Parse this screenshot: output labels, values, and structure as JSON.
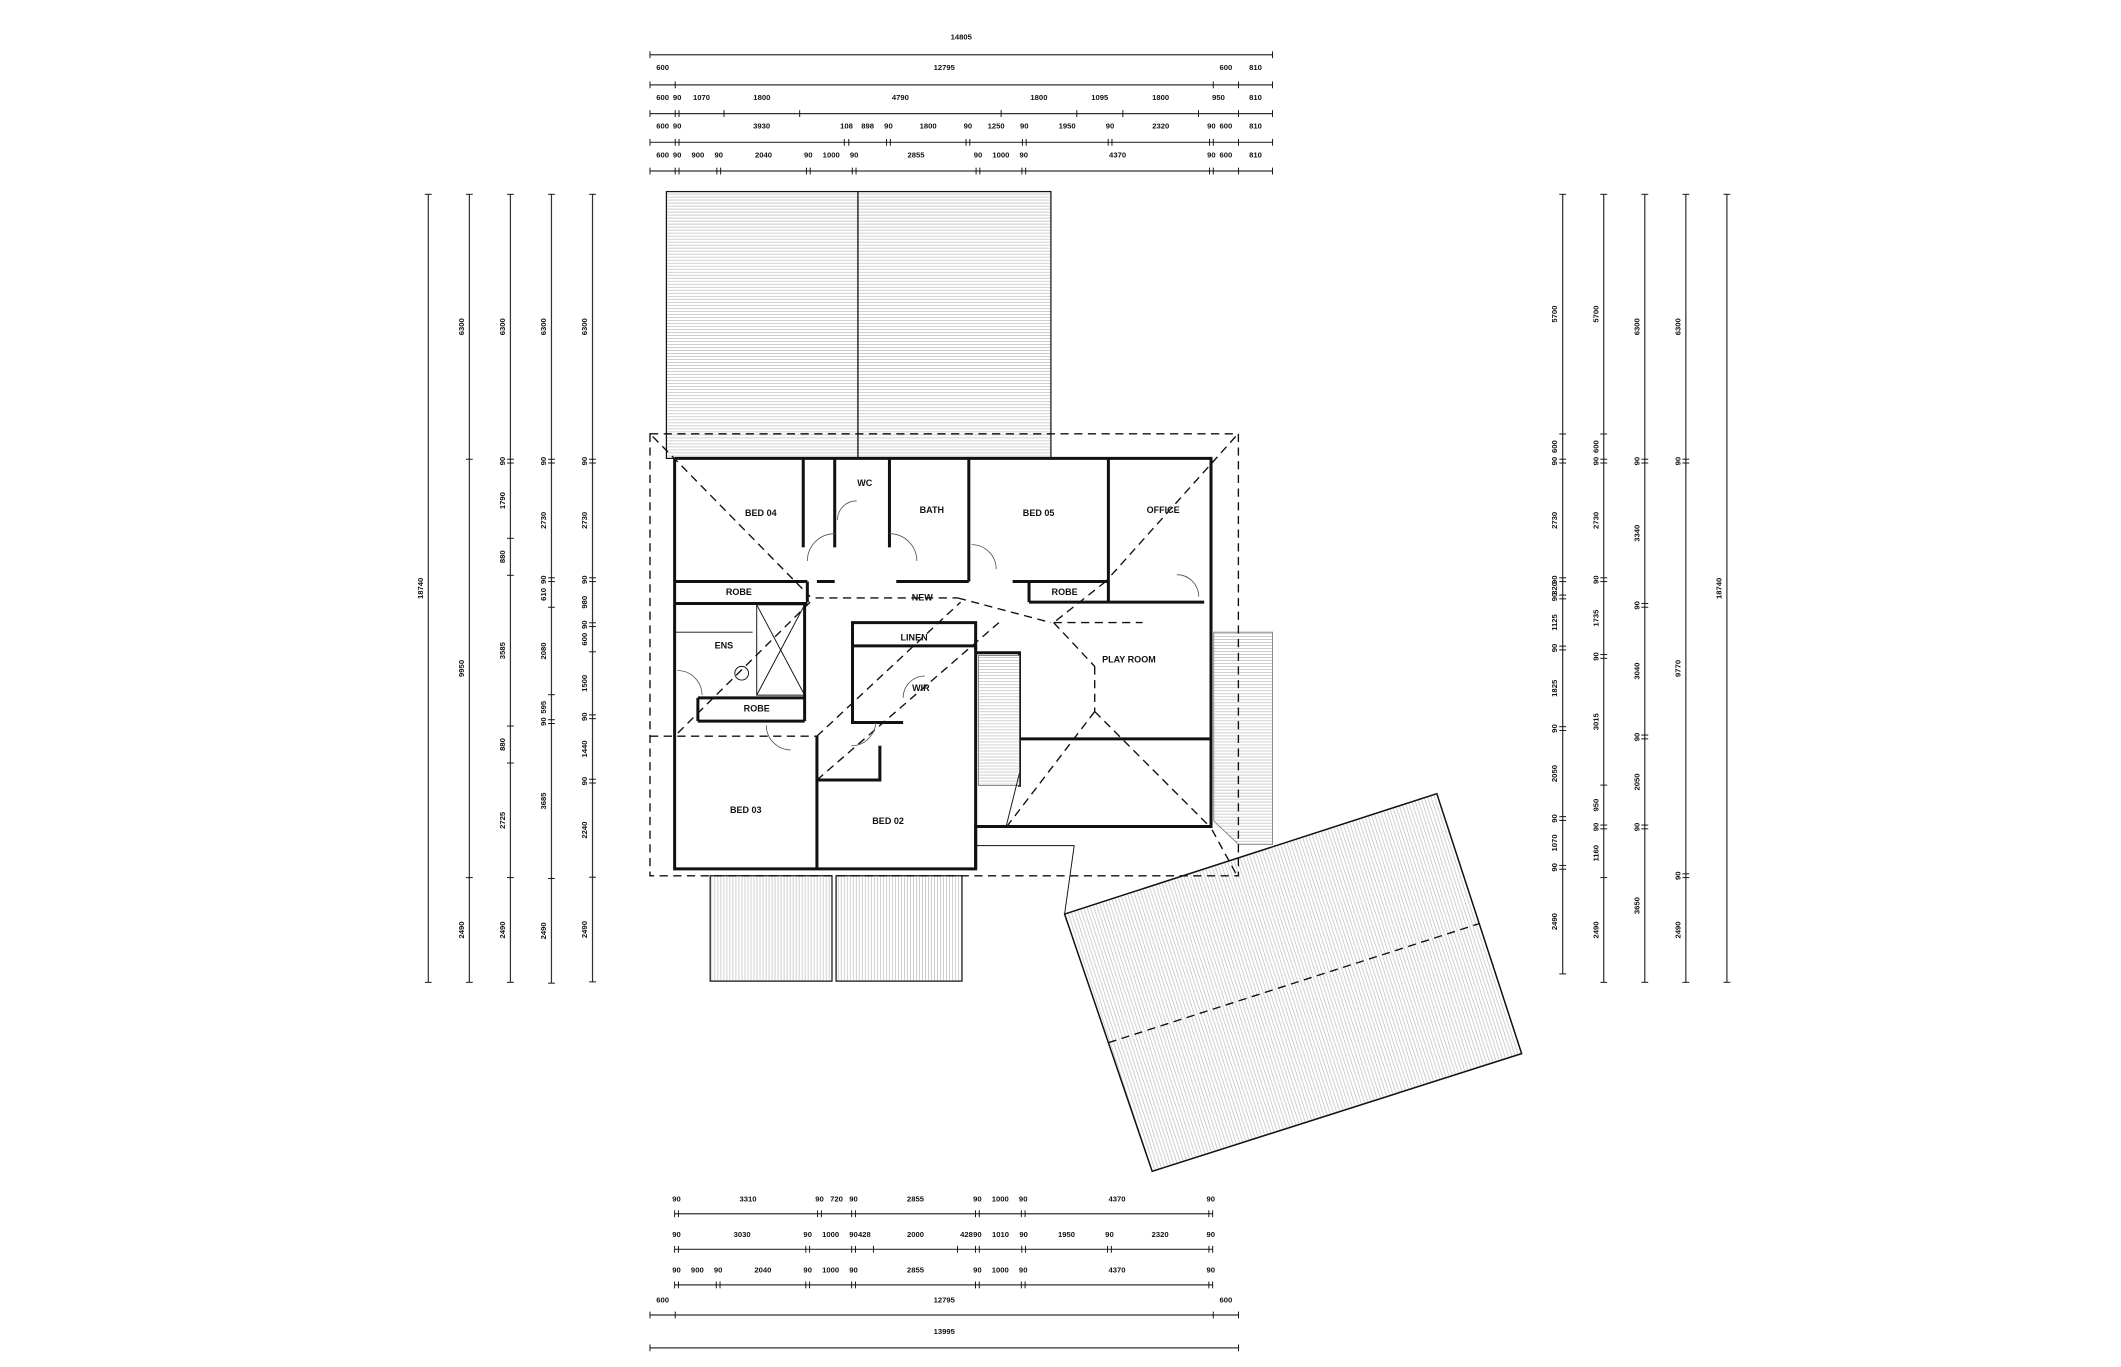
{
  "rooms": {
    "bed04": "BED 04",
    "wc": "WC",
    "bath": "BATH",
    "bed05": "BED 05",
    "office": "OFFICE",
    "robe_left": "ROBE",
    "robe_right": "ROBE",
    "new": "NEW",
    "ens": "ENS",
    "robe_ens": "ROBE",
    "linen": "LINEN",
    "wir": "WIR",
    "play_room": "PLAY ROOM",
    "bed03": "BED 03",
    "bed02": "BED 02"
  },
  "dimensions": {
    "top": [
      [
        "14805"
      ],
      [
        "600",
        "12795",
        "600",
        "810"
      ],
      [
        "600",
        "90",
        "1070",
        "1800",
        "4790",
        "1800",
        "1095",
        "1800",
        "950",
        "810"
      ],
      [
        "600",
        "90",
        "3930",
        "108",
        "898",
        "90",
        "1800",
        "90",
        "1250",
        "90",
        "1950",
        "90",
        "2320",
        "90",
        "600",
        "810"
      ],
      [
        "600",
        "90",
        "900",
        "90",
        "2040",
        "90",
        "1000",
        "90",
        "2855",
        "90",
        "1000",
        "90",
        "4370",
        "90",
        "600",
        "810"
      ]
    ],
    "bottom": [
      [
        "90",
        "3310",
        "90",
        "720",
        "90",
        "2855",
        "90",
        "1000",
        "90",
        "4370",
        "90"
      ],
      [
        "90",
        "3030",
        "90",
        "1000",
        "90",
        "428",
        "2000",
        "428",
        "90",
        "1010",
        "90",
        "1950",
        "90",
        "2320",
        "90"
      ],
      [
        "90",
        "900",
        "90",
        "2040",
        "90",
        "1000",
        "90",
        "2855",
        "90",
        "1000",
        "90",
        "4370",
        "90"
      ],
      [
        "600",
        "12795",
        "600"
      ],
      [
        "13995"
      ]
    ],
    "left": [
      [
        "18740"
      ],
      [
        "6300",
        "9950",
        "2490"
      ],
      [
        "6300",
        "90",
        "1790",
        "880",
        "3585",
        "880",
        "2725",
        "2490"
      ],
      [
        "6300",
        "90",
        "2730",
        "90",
        "610",
        "2080",
        "595",
        "90",
        "3685",
        "2490"
      ],
      [
        "6300",
        "90",
        "2730",
        "90",
        "980",
        "90",
        "600",
        "1500",
        "90",
        "1440",
        "90",
        "2240",
        "2490"
      ]
    ],
    "right": [
      [
        "5700",
        "600",
        "90",
        "2730",
        "90",
        "320",
        "90",
        "1125",
        "90",
        "1825",
        "90",
        "2050",
        "90",
        "1070",
        "90",
        "2490"
      ],
      [
        "5700",
        "600",
        "90",
        "2730",
        "90",
        "1735",
        "90",
        "3015",
        "950",
        "90",
        "1160",
        "2490"
      ],
      [
        "6300",
        "90",
        "3340",
        "90",
        "3040",
        "90",
        "2050",
        "90",
        "3650"
      ],
      [
        "6300",
        "90",
        "9770",
        "90",
        "2490"
      ],
      [
        "18740"
      ]
    ]
  }
}
